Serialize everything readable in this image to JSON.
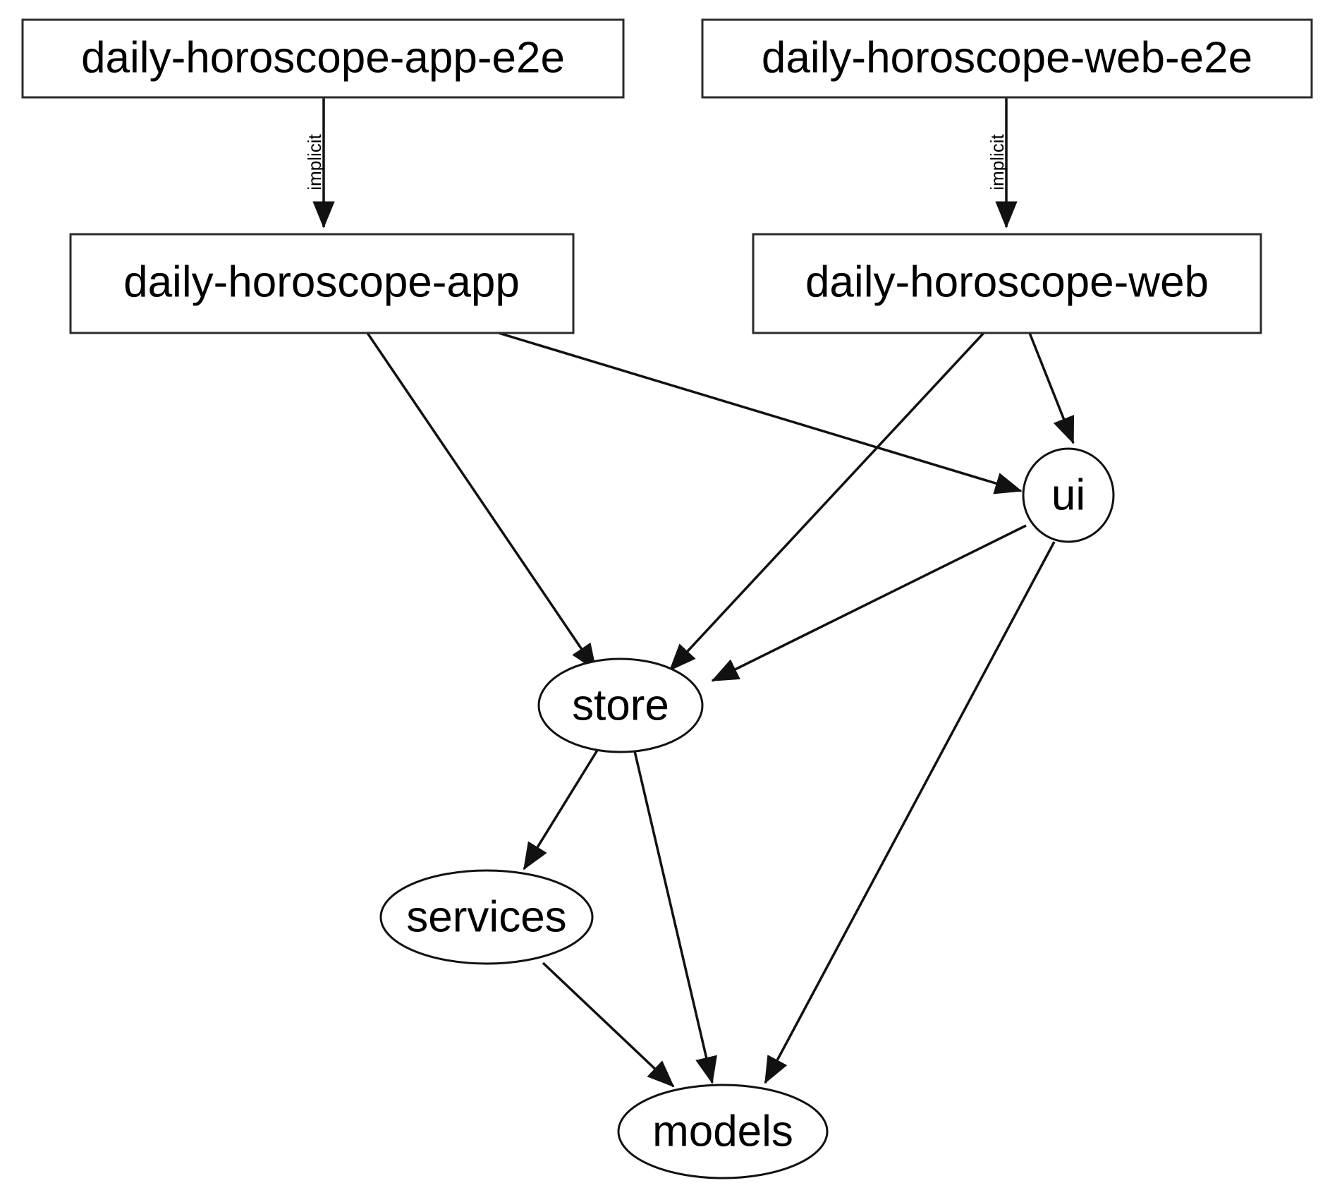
{
  "diagram": {
    "type": "dependency-graph",
    "title": "",
    "background_color": "#ffffff",
    "node_stroke_color": "#111111",
    "edge_color": "#111111",
    "text_color": "#000000"
  },
  "nodes": [
    {
      "id": "daily-horoscope-app-e2e",
      "label": "daily-horoscope-app-e2e",
      "shape": "rectangle"
    },
    {
      "id": "daily-horoscope-web-e2e",
      "label": "daily-horoscope-web-e2e",
      "shape": "rectangle"
    },
    {
      "id": "daily-horoscope-app",
      "label": "daily-horoscope-app",
      "shape": "rectangle"
    },
    {
      "id": "daily-horoscope-web",
      "label": "daily-horoscope-web",
      "shape": "rectangle"
    },
    {
      "id": "ui",
      "label": "ui",
      "shape": "ellipse"
    },
    {
      "id": "store",
      "label": "store",
      "shape": "ellipse"
    },
    {
      "id": "services",
      "label": "services",
      "shape": "ellipse"
    },
    {
      "id": "models",
      "label": "models",
      "shape": "ellipse"
    }
  ],
  "edges": [
    {
      "from": "daily-horoscope-app-e2e",
      "to": "daily-horoscope-app",
      "label": "implicit"
    },
    {
      "from": "daily-horoscope-web-e2e",
      "to": "daily-horoscope-web",
      "label": "implicit"
    },
    {
      "from": "daily-horoscope-app",
      "to": "store",
      "label": ""
    },
    {
      "from": "daily-horoscope-app",
      "to": "ui",
      "label": ""
    },
    {
      "from": "daily-horoscope-web",
      "to": "store",
      "label": ""
    },
    {
      "from": "daily-horoscope-web",
      "to": "ui",
      "label": ""
    },
    {
      "from": "ui",
      "to": "store",
      "label": ""
    },
    {
      "from": "ui",
      "to": "models",
      "label": ""
    },
    {
      "from": "store",
      "to": "services",
      "label": ""
    },
    {
      "from": "store",
      "to": "models",
      "label": ""
    },
    {
      "from": "services",
      "to": "models",
      "label": ""
    }
  ],
  "edge_labels": {
    "app_e2e_implicit": "implicit",
    "web_e2e_implicit": "implicit"
  }
}
